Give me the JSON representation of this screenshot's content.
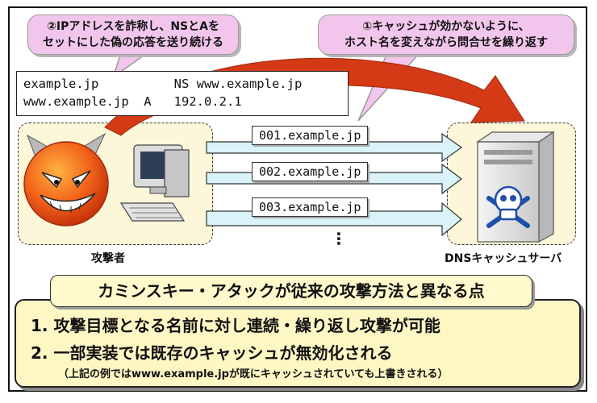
{
  "callout_attack": {
    "line1": "②IPアドレスを詐称し、NSとAを",
    "line2": "セットにした偽の応答を送り続ける"
  },
  "callout_query": {
    "line1": "①キャッシュが効かないように、",
    "line2": "ホスト名を変えながら問合せを繰り返す"
  },
  "forged_response": {
    "line1": "example.jp          NS www.example.jp",
    "line2": "www.example.jp  A   192.0.2.1"
  },
  "queries": [
    "001.example.jp",
    "002.example.jp",
    "003.example.jp"
  ],
  "ellipsis": "⋮",
  "attacker_label": "攻撃者",
  "server_label": "DNSキャッシュサーバ",
  "banner_title": "カミンスキー・アタックが従来の攻撃方法と異なる点",
  "points": [
    "1. 攻撃目標となる名前に対し連続・繰り返し攻撃が可能",
    "2. 一部実装では既存のキャッシュが無効化される"
  ],
  "note": "（上記の例ではwww.example.jpが既にキャッシュされていても上書きされる）",
  "colors": {
    "callout": "#f2c6ec",
    "zone": "#fbf7d8",
    "query_arrow": "#d9f3f8",
    "forge_arrow": "#d43a16",
    "banner": "#fff9cc",
    "box": "#fdf7c4"
  },
  "icons": [
    "devil-icon",
    "computer-icon",
    "server-icon",
    "skull-icon"
  ]
}
